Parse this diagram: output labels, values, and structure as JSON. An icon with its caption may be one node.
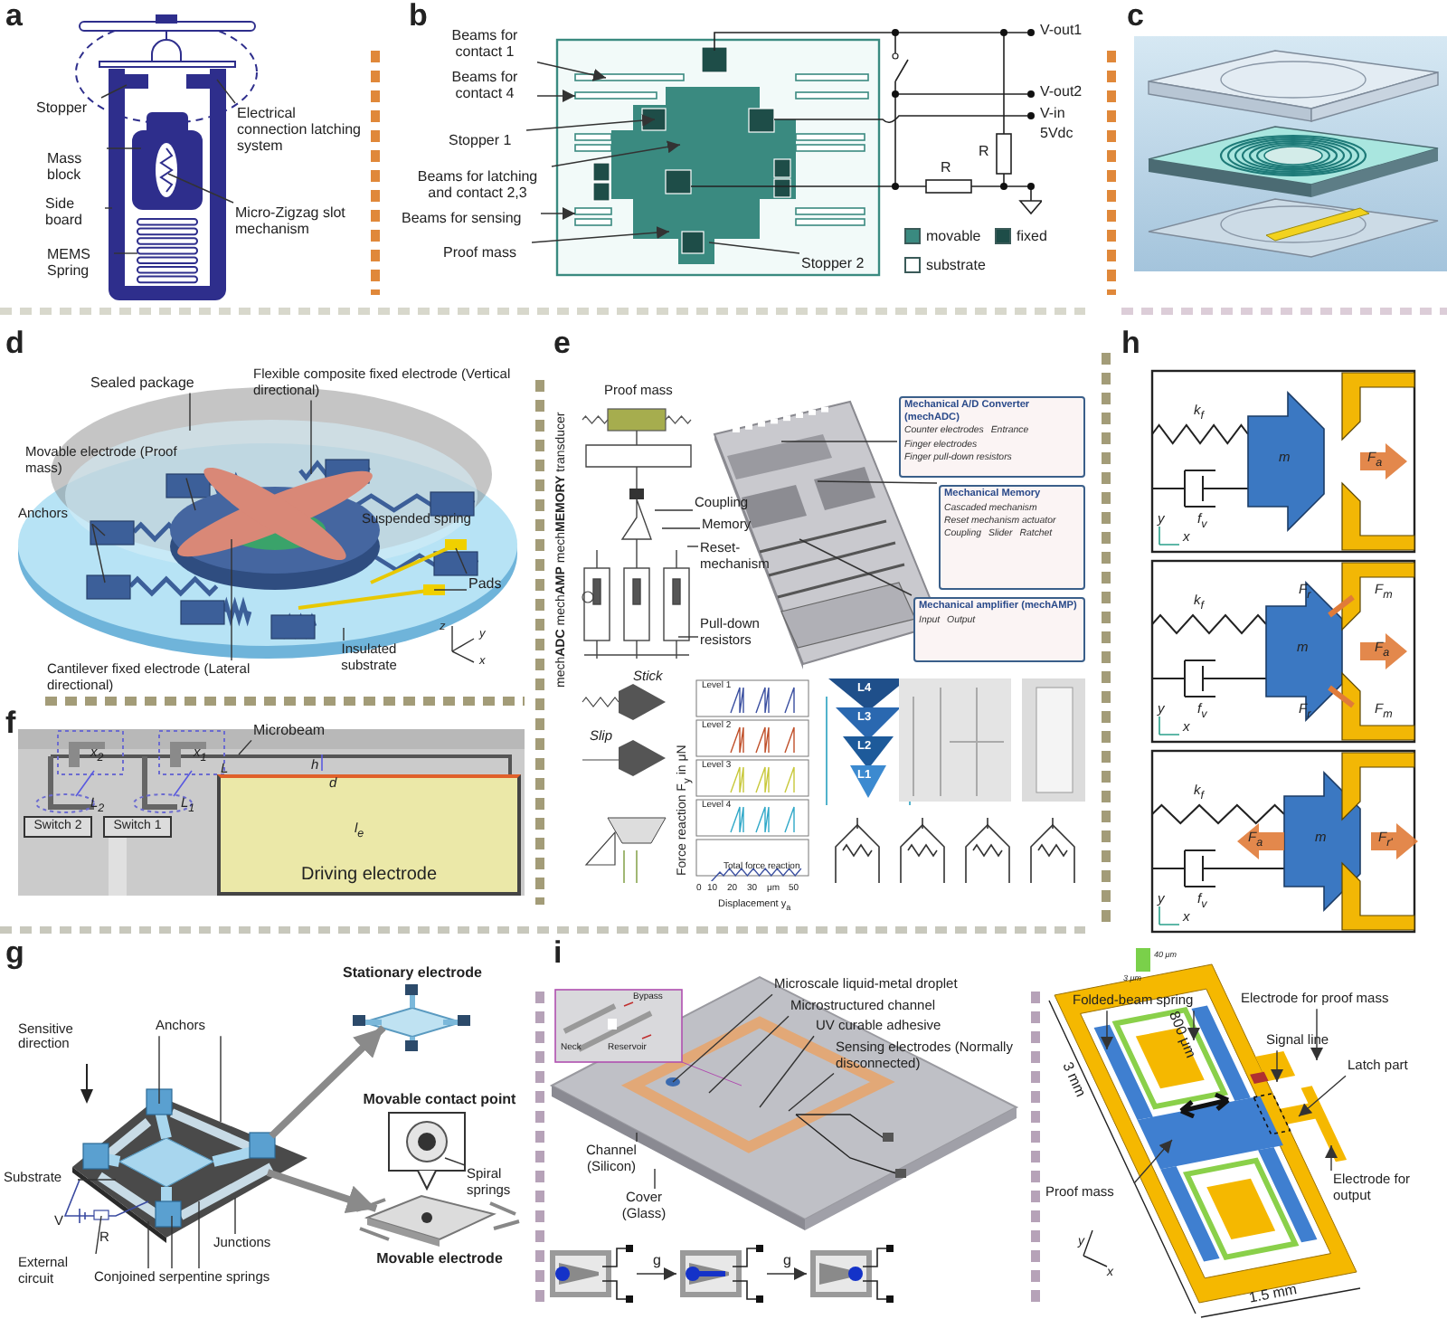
{
  "diagram": {
    "nodes": [
      {
        "text": [
          "Stopper"
        ]
      },
      {
        "text": [
          "Electrical connection latching system"
        ]
      },
      {
        "text": [
          "Mass block"
        ]
      },
      {
        "text": [
          "Side board"
        ]
      },
      {
        "text": [
          "Micro-Zigzag slot mechanism"
        ]
      },
      {
        "text": [
          "MEMS Spring"
        ]
      },
      {
        "text": [
          "Beams for contact 1"
        ]
      },
      {
        "text": [
          "Beams for contact 4"
        ]
      },
      {
        "text": [
          "Stopper 1"
        ]
      },
      {
        "text": [
          "Beams for latching and contact 2,3"
        ]
      },
      {
        "text": [
          "Beams for sensing"
        ]
      },
      {
        "text": [
          "Proof mass"
        ]
      },
      {
        "text": [
          "Stopper 2"
        ],
        "in": 56
      },
      {
        "text": [
          "Flexible composite fixed electrode (Vertical directional)"
        ]
      },
      {
        "text": [
          "Sealed package"
        ]
      },
      {
        "text": [
          "Movable electrode (Proof mass)"
        ],
        "in": 57
      },
      {
        "text": [
          "Anchors"
        ],
        "in": 57
      },
      {
        "text": [
          "Pads"
        ],
        "in": 57
      },
      {
        "text": [
          "Cantilever fixed electrode (Lateral directional)"
        ]
      },
      {
        "text": [
          "Insulated substrate"
        ],
        "in": 57
      },
      {
        "text": [
          "Microbeam"
        ]
      },
      {
        "text": [
          "Switch 2"
        ],
        "in": 58
      },
      {
        "text": [
          "Switch 1"
        ],
        "in": 58
      },
      {
        "text": [
          "Driving electrode"
        ],
        "in": 58
      },
      {
        "text": [
          "Coupling"
        ]
      },
      {
        "text": [
          "Memory"
        ]
      },
      {
        "text": [
          "Reset-mechanism"
        ]
      },
      {
        "text": [
          "Pull-down resistors"
        ]
      },
      {
        "text": [
          "Mechanical A/D Converter (mechADC)",
          "Counter electrodes",
          "Entrance",
          "Finger electrodes",
          "Finger pull-down resistors"
        ]
      },
      {
        "text": [
          "Mechanical Memory",
          "Cascaded mechanism",
          "Reset mechanism actuator",
          "Coupling",
          "Slider",
          "Ratchet"
        ]
      },
      {
        "text": [
          "Mechanical amplifier (mechAMP)",
          "Input",
          "Output"
        ]
      },
      {
        "text": [
          "Anchors"
        ]
      },
      {
        "text": [
          "Substrate"
        ]
      },
      {
        "text": [
          "External circuit"
        ]
      },
      {
        "text": [
          "Conjoined serpentine springs"
        ]
      },
      {
        "text": [
          "Junctions"
        ]
      },
      {
        "text": [],
        "shape": "picture"
      },
      {
        "text": [
          "Stationary electrode"
        ]
      },
      {
        "text": [
          "Movable contact point",
          "Movable electrode"
        ]
      },
      {
        "text": [
          "Spiral springs"
        ],
        "in": 38
      },
      {
        "text": [
          "Microscale liquid-metal droplet"
        ],
        "in": 61
      },
      {
        "text": [
          "Microstructured channel"
        ],
        "in": 61
      },
      {
        "text": [
          "UV curable adhesive"
        ],
        "in": 61
      },
      {
        "text": [
          "Sensing electrodes (Normally disconnected)"
        ],
        "in": 61
      },
      {
        "text": [
          "Channel (Silicon)"
        ],
        "in": 61
      },
      {
        "text": [
          "Cover (Glass)"
        ],
        "in": 61
      },
      {
        "text": [],
        "shape": "picture"
      },
      {
        "text": [],
        "shape": "picture"
      },
      {
        "text": [],
        "shape": "picture"
      },
      {
        "text": [
          "Folded-beam spring"
        ],
        "in": 62
      },
      {
        "text": [
          "Electrode for proof mass"
        ],
        "in": 62
      },
      {
        "text": [
          "Signal line"
        ],
        "in": 62
      },
      {
        "text": [
          "Latch part"
        ]
      },
      {
        "text": [
          "Proof mass"
        ],
        "in": 62
      },
      {
        "text": [
          "Electrode for output"
        ]
      },
      {
        "text": [],
        "shape": "picture"
      },
      {
        "text": [],
        "shape": "picture"
      },
      {
        "text": [],
        "shape": "picture"
      },
      {
        "text": [],
        "shape": "picture"
      },
      {
        "text": [],
        "shape": "picture",
        "beside": [
          "Proof mass"
        ]
      },
      {
        "text": [],
        "shape": "picture"
      },
      {
        "text": [],
        "shape": "picture"
      },
      {
        "text": [],
        "shape": "picture"
      }
    ],
    "edges": [
      {
        "from": 0,
        "to": 55,
        "arrow": "none"
      },
      {
        "from": 1,
        "to": 55,
        "arrow": "none"
      },
      {
        "from": 2,
        "to": 55,
        "arrow": "none"
      },
      {
        "from": 3,
        "to": 55,
        "arrow": "none"
      },
      {
        "from": 4,
        "to": 55,
        "arrow": "none"
      },
      {
        "from": 5,
        "to": 55,
        "arrow": "none"
      },
      {
        "from": 6,
        "to": 56,
        "arrow": "to"
      },
      {
        "from": 7,
        "to": 56,
        "arrow": "to"
      },
      {
        "from": 8,
        "to": 56,
        "arrow": "to"
      },
      {
        "from": 9,
        "to": 56,
        "arrow": "to"
      },
      {
        "from": 10,
        "to": 56,
        "arrow": "to"
      },
      {
        "from": 11,
        "to": 56,
        "arrow": "to"
      },
      {
        "from": 12,
        "to": 56,
        "arrow": "none"
      },
      {
        "from": 13,
        "to": 57,
        "arrow": "none"
      },
      {
        "from": 14,
        "to": 57,
        "arrow": "none"
      },
      {
        "from": 15,
        "to": 57,
        "arrow": "none"
      },
      {
        "from": 16,
        "to": 57,
        "arrow": "none"
      },
      {
        "from": 16,
        "to": 57,
        "arrow": "none"
      },
      {
        "from": 17,
        "to": 57,
        "arrow": "none"
      },
      {
        "from": 17,
        "to": 57,
        "arrow": "none"
      },
      {
        "from": 18,
        "to": 57,
        "arrow": "none"
      },
      {
        "from": 19,
        "to": 57,
        "arrow": "none"
      },
      {
        "from": 20,
        "to": 58,
        "arrow": "none"
      },
      {
        "from": 24,
        "to": 59,
        "arrow": "none"
      },
      {
        "from": 25,
        "to": 59,
        "arrow": "none"
      },
      {
        "from": 26,
        "to": 59,
        "arrow": "none"
      },
      {
        "from": 27,
        "to": 59,
        "arrow": "none"
      },
      {
        "from": 28,
        "to": 60,
        "arrow": "none"
      },
      {
        "from": 29,
        "to": 60,
        "arrow": "none"
      },
      {
        "from": 30,
        "to": 60,
        "arrow": "none"
      },
      {
        "from": 31,
        "to": 36,
        "arrow": "none"
      },
      {
        "from": 31,
        "to": 36,
        "arrow": "none"
      },
      {
        "from": 32,
        "to": 36,
        "arrow": "none"
      },
      {
        "from": 33,
        "to": 36,
        "arrow": "none"
      },
      {
        "from": 34,
        "to": 36,
        "arrow": "none"
      },
      {
        "from": 34,
        "to": 36,
        "arrow": "none"
      },
      {
        "from": 34,
        "to": 36,
        "arrow": "none"
      },
      {
        "from": 35,
        "to": 36,
        "arrow": "none"
      },
      {
        "from": 36,
        "to": 37,
        "arrow": "to",
        "style": "thick",
        "color": "#8a8a8a"
      },
      {
        "from": 36,
        "to": 38,
        "arrow": "to",
        "style": "thick",
        "color": "#8a8a8a"
      },
      {
        "from": 39,
        "to": 38,
        "arrow": "none"
      },
      {
        "from": 40,
        "to": 61,
        "arrow": "none"
      },
      {
        "from": 41,
        "to": 61,
        "arrow": "none"
      },
      {
        "from": 42,
        "to": 61,
        "arrow": "none"
      },
      {
        "from": 43,
        "to": 61,
        "arrow": "none"
      },
      {
        "from": 44,
        "to": 61,
        "arrow": "none"
      },
      {
        "from": 45,
        "to": 61,
        "arrow": "none"
      },
      {
        "from": 46,
        "to": 47,
        "arrow": "to",
        "label": "g"
      },
      {
        "from": 47,
        "to": 48,
        "arrow": "to",
        "label": "g"
      },
      {
        "from": 49,
        "to": 62,
        "arrow": "to"
      },
      {
        "from": 49,
        "to": 62,
        "arrow": "to"
      },
      {
        "from": 50,
        "to": 62,
        "arrow": "to"
      },
      {
        "from": 51,
        "to": 62,
        "arrow": "to"
      },
      {
        "from": 52,
        "to": 62,
        "arrow": "to"
      },
      {
        "from": 53,
        "to": 62,
        "arrow": "to"
      },
      {
        "from": 54,
        "to": 62,
        "arrow": "to"
      }
    ],
    "labels": [
      "a",
      "b",
      "V-out1",
      "V-out2",
      "V-in",
      "5Vdc",
      "R",
      "R",
      "c",
      "d",
      "Suspended spring",
      "z",
      "y",
      "x",
      "e",
      "mech**ADC** mech**AMP** mech**MEMORY** transducer",
      "Stick",
      "Slip",
      "Force reaction F$_{y}$ in μN",
      "Level 1",
      "Level 2",
      "Level 3",
      "Level 4",
      "Total force reaction",
      "0",
      "10",
      "20",
      "30",
      "μm",
      "50",
      "Displacement y$_{a}$",
      "L4",
      "L3",
      "L2",
      "L1",
      "f",
      "x$_{2}$",
      "x$_{1}$",
      "L",
      "h",
      "d",
      "L$_{2}$",
      "L$_{1}$",
      "l$_{e}$",
      "h",
      "k$_{f}$",
      "m",
      "F$_{a}$",
      "y",
      "f$_{v}$",
      "x",
      "k$_{f}$",
      "F$_{r}$",
      "F$_{m}$",
      "m",
      "F$_{a}$",
      "y",
      "f$_{v}$",
      "F$_{r}$",
      "F$_{m}$",
      "x",
      "k$_{f}$",
      "F$_{a}$",
      "m",
      "F$_{r'}$",
      "y",
      "f$_{v}$",
      "x",
      "g",
      "Sensitive direction",
      "V",
      "R",
      "i",
      "Bypass",
      "Neck",
      "Reservoir",
      "40 μm",
      "3 μm",
      "800 μm",
      "3 mm",
      "1.5 mm",
      "y",
      "x"
    ],
    "legend": [
      {
        "text": "movable",
        "color": "#3a8a80"
      },
      {
        "text": "fixed",
        "color": "#1e4d48"
      },
      {
        "text": "substrate",
        "color": "#ffffff"
      }
    ]
  }
}
